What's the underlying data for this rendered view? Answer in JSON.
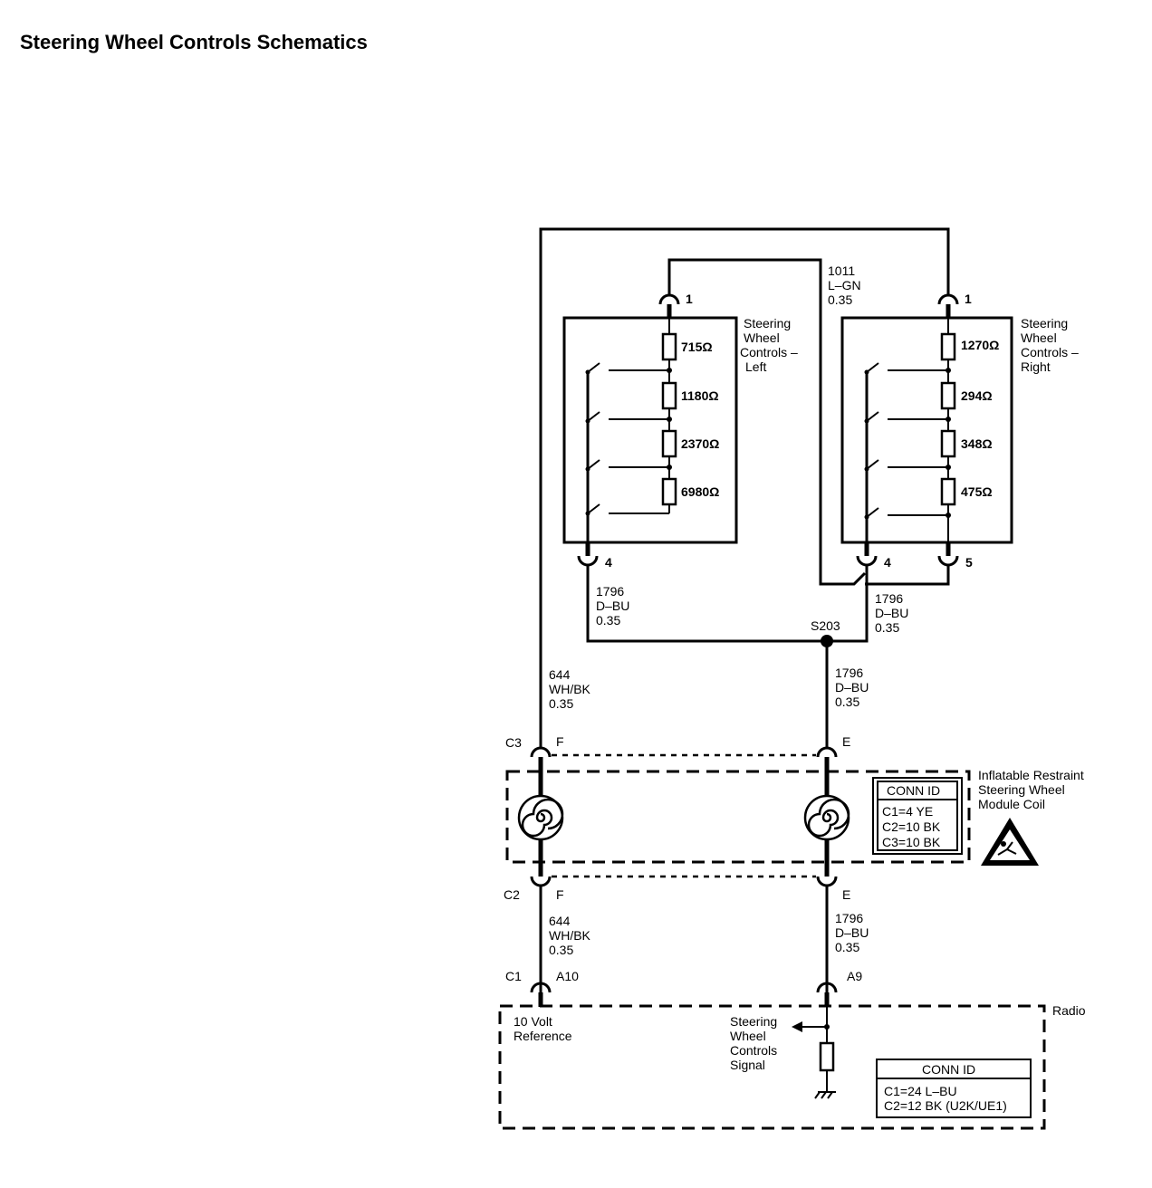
{
  "title": "Steering Wheel Controls Schematics",
  "left_module": {
    "name_lines": [
      "Steering",
      "Wheel",
      "Controls –",
      "Left"
    ],
    "pin_top": "1",
    "pin_bottom": "4",
    "resistors": [
      "715Ω",
      "1180Ω",
      "2370Ω",
      "6980Ω"
    ]
  },
  "right_module": {
    "name_lines": [
      "Steering",
      "Wheel",
      "Controls –",
      "Right"
    ],
    "pin_top": "1",
    "pin_bottom_a": "4",
    "pin_bottom_b": "5",
    "resistors": [
      "1270Ω",
      "294Ω",
      "348Ω",
      "475Ω"
    ]
  },
  "wires": {
    "w1011": [
      "1011",
      "L–GN",
      "0.35"
    ],
    "w1796_left": [
      "1796",
      "D–BU",
      "0.35"
    ],
    "w1796_right": [
      "1796",
      "D–BU",
      "0.35"
    ],
    "w644_upper": [
      "644",
      "WH/BK",
      "0.35"
    ],
    "w1796_mid": [
      "1796",
      "D–BU",
      "0.35"
    ],
    "w644_lower": [
      "644",
      "WH/BK",
      "0.35"
    ],
    "w1796_lower": [
      "1796",
      "D–BU",
      "0.35"
    ]
  },
  "splice": "S203",
  "connectors": {
    "c3": "C3",
    "c3_f": "F",
    "c3_e": "E",
    "c2": "C2",
    "c2_f": "F",
    "c2_e": "E",
    "c1": "C1",
    "c1_a10": "A10",
    "c1_a9": "A9"
  },
  "coil_module": {
    "name_lines": [
      "Inflatable Restraint",
      "Steering Wheel",
      "Module Coil"
    ],
    "conn_id_title": "CONN ID",
    "conn_ids": [
      "C1=4 YE",
      "C2=10 BK",
      "C3=10 BK"
    ]
  },
  "radio": {
    "name": "Radio",
    "ref_lines": [
      "10 Volt",
      "Reference"
    ],
    "signal_lines": [
      "Steering",
      "Wheel",
      "Controls",
      "Signal"
    ],
    "conn_id_title": "CONN ID",
    "conn_ids": [
      "C1=24 L–BU",
      "C2=12 BK (U2K/UE1)"
    ]
  }
}
